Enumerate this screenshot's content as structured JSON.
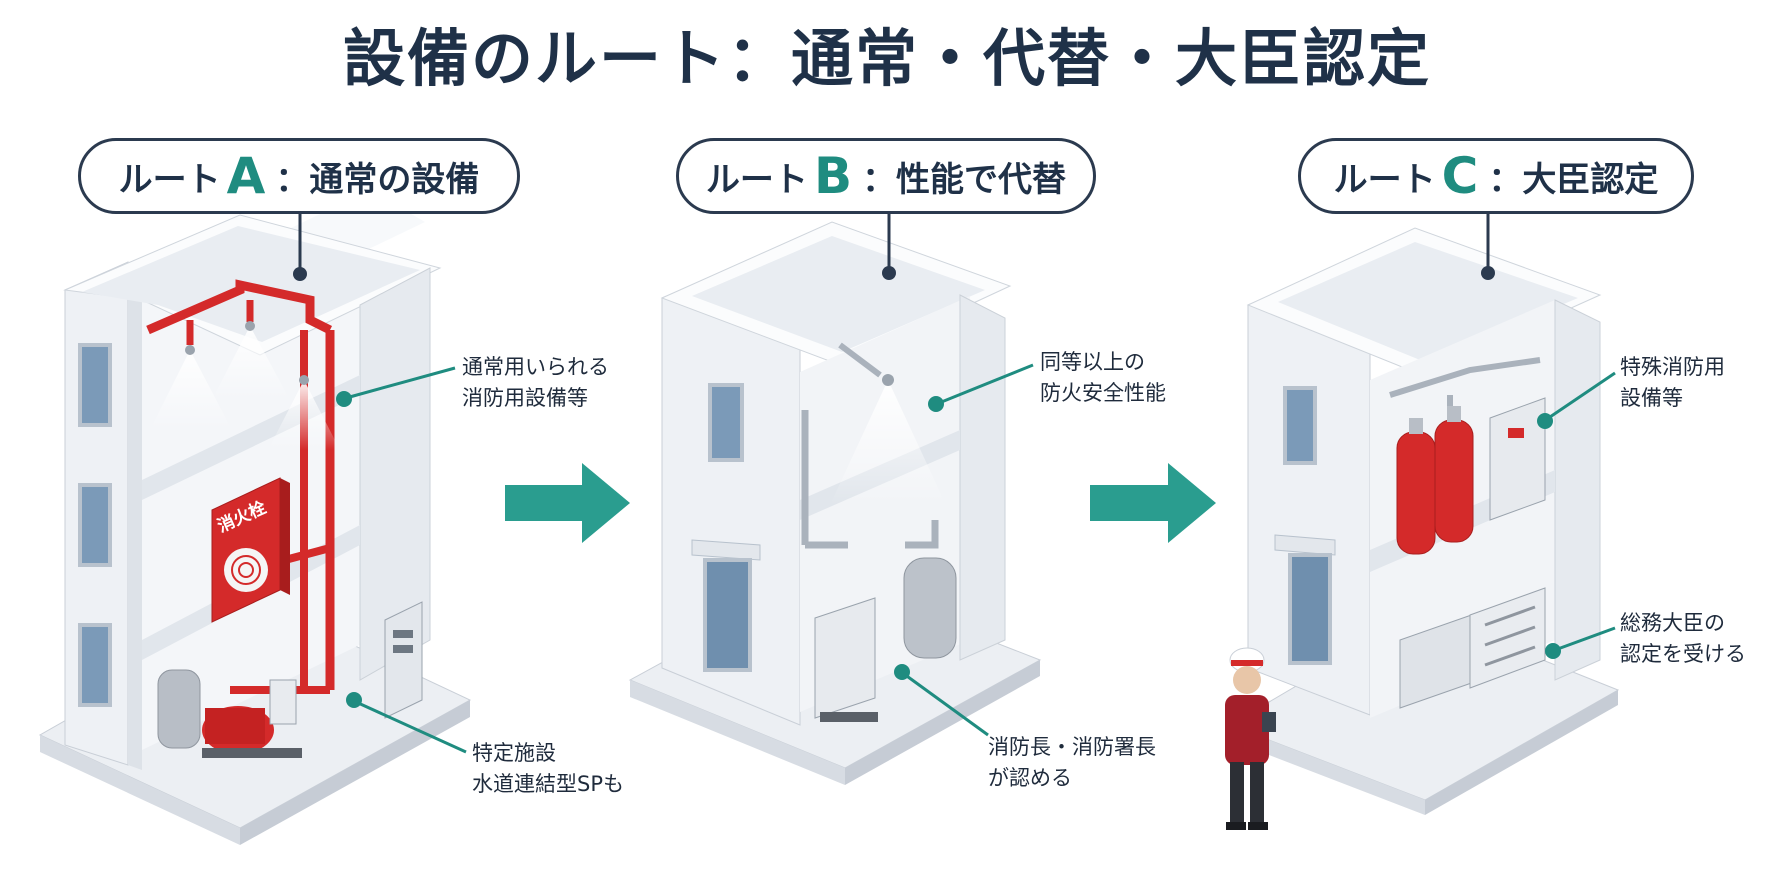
{
  "title": "設備のルート：通常・代替・大臣認定",
  "routes": [
    {
      "prefix": "ルート",
      "letter": "A",
      "suffix": "：通常の設備",
      "callouts": [
        [
          "通常用いられる",
          "消防用設備等"
        ],
        [
          "特定施設",
          "水道連結型SPも"
        ]
      ],
      "hydrant_label": "消火栓"
    },
    {
      "prefix": "ルート",
      "letter": "B",
      "suffix": "：性能で代替",
      "callouts": [
        [
          "同等以上の",
          "防火安全性能"
        ],
        [
          "消防長・消防署長",
          "が認める"
        ]
      ]
    },
    {
      "prefix": "ルート",
      "letter": "C",
      "suffix": "：大臣認定",
      "callouts": [
        [
          "特殊消防用",
          "設備等"
        ],
        [
          "総務大臣の",
          "認定を受ける"
        ]
      ]
    }
  ],
  "colors": {
    "title": "#1f3148",
    "accent_teal": "#1f8c80",
    "arrow": "#2a9d8f",
    "pipe_red": "#d42a2a",
    "navy_outline": "#2b3a4f"
  },
  "icons": [
    "arrow-right-icon",
    "arrow-right-icon",
    "sprinkler-icon",
    "fire-hydrant-icon",
    "gas-cylinder-icon",
    "inspector-person-icon"
  ]
}
